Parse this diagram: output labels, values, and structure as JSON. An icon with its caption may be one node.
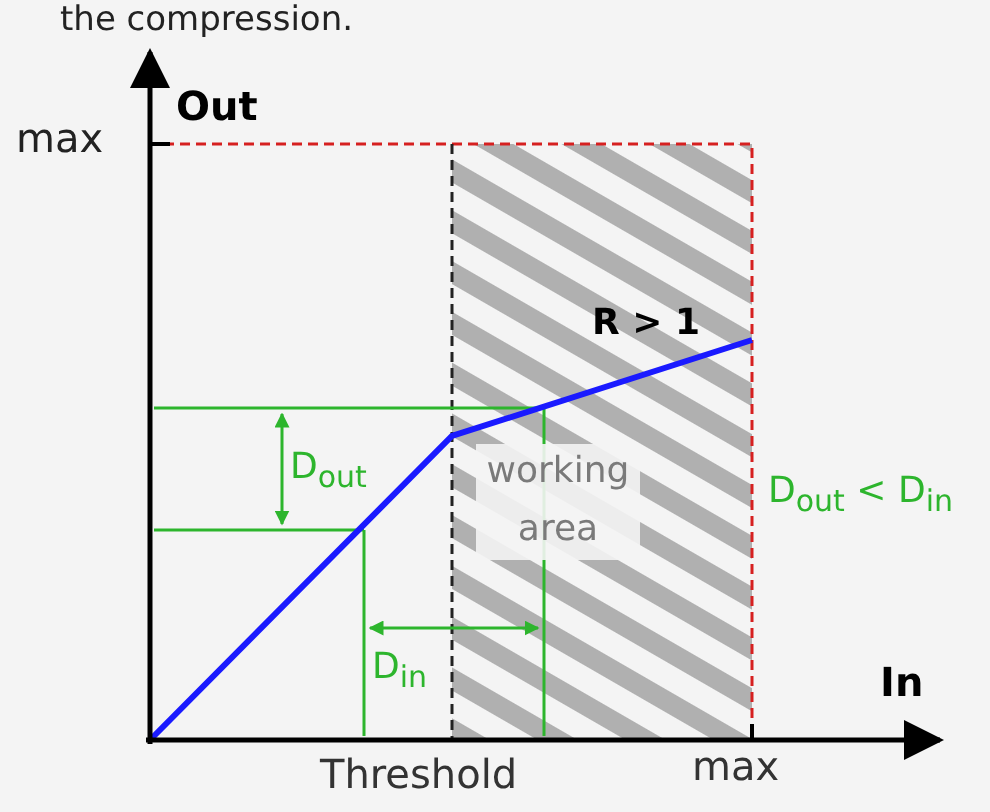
{
  "diagram": {
    "labels": [
      "the compression.",
      "Out",
      "max",
      "R > 1",
      "D$_{out}$",
      "working area",
      "D$_{out}$ < D$_{in}$",
      "D$_{in}$",
      "In",
      "Threshold",
      "max"
    ]
  }
}
